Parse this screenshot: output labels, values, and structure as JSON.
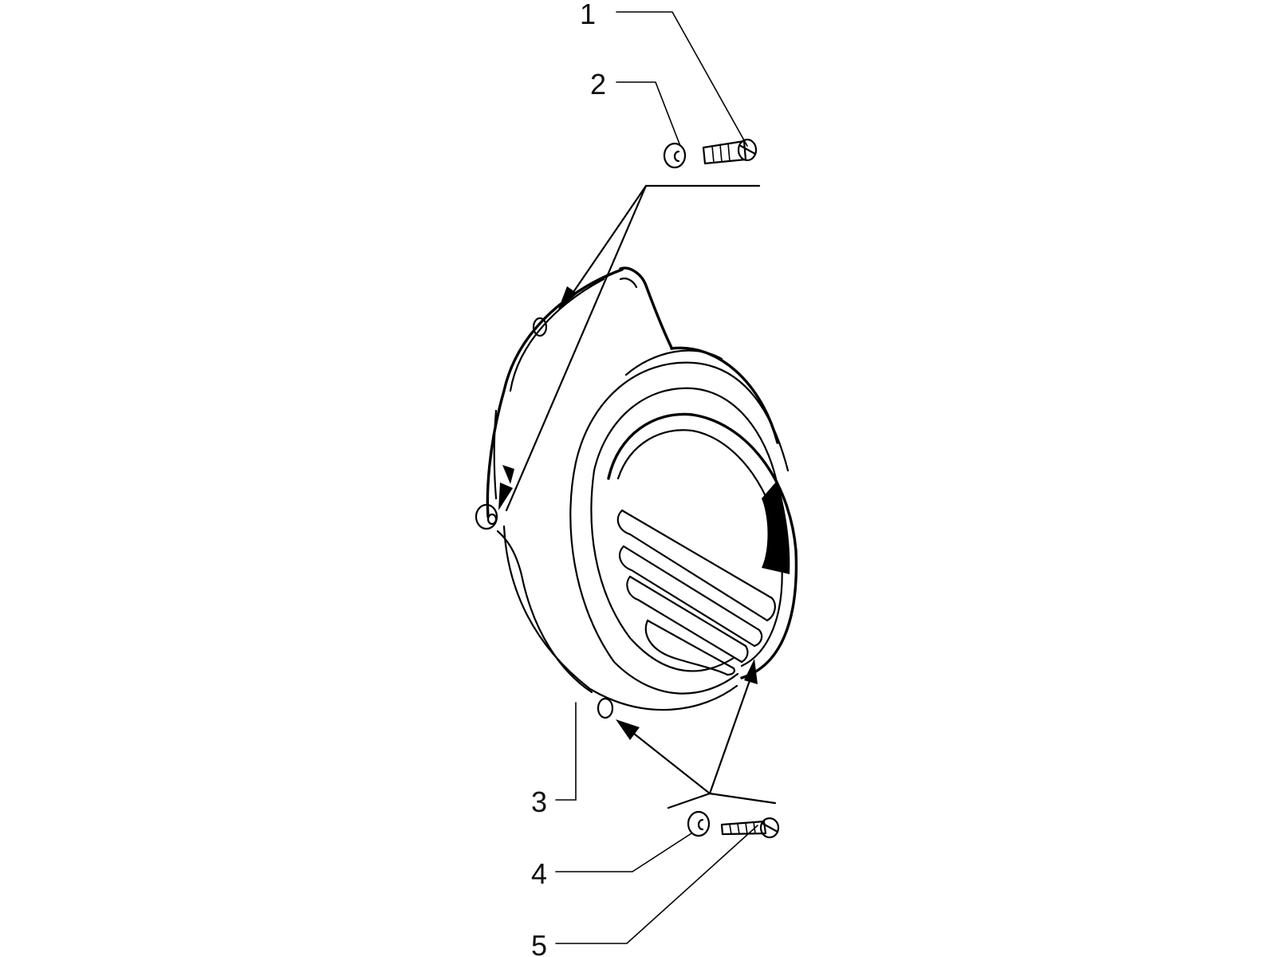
{
  "labels": {
    "callout_1": "1",
    "callout_2": "2",
    "callout_3": "3",
    "callout_4": "4",
    "callout_5": "5"
  },
  "colors": {
    "line": "#000000",
    "background": "#ffffff"
  },
  "icons": [
    "screw-icon",
    "washer-icon",
    "fan-cover-part"
  ]
}
